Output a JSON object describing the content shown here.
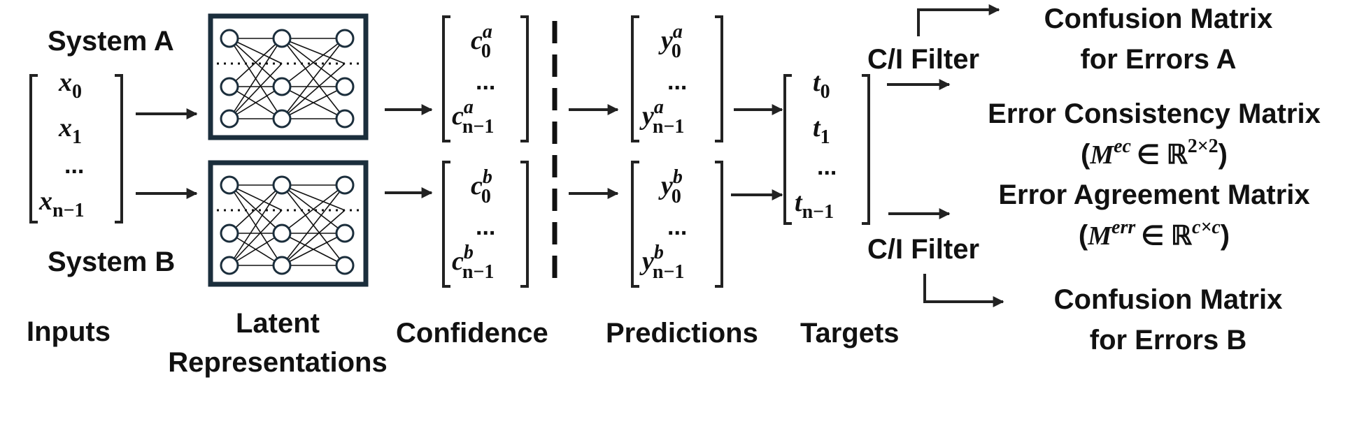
{
  "labels": {
    "system_a": "System A",
    "system_b": "System B",
    "inputs": "Inputs",
    "latent_line1": "Latent",
    "latent_line2": "Representations",
    "confidence": "Confidence",
    "predictions": "Predictions",
    "targets": "Targets",
    "ci_filter_top": "C/I Filter",
    "ci_filter_bottom": "C/I Filter"
  },
  "outputs": {
    "confusion_a_line1": "Confusion Matrix",
    "confusion_a_line2": "for Errors A",
    "error_consistency": "Error Consistency Matrix",
    "error_consistency_formula": {
      "open": "(",
      "symbol": "M",
      "sup": "ec",
      "rel": "∈ ℝ",
      "dims": "2×2",
      "close": ")"
    },
    "error_agreement": "Error Agreement Matrix",
    "error_agreement_formula": {
      "open": "(",
      "symbol": "M",
      "sup": "err",
      "rel": "∈ ℝ",
      "dims": "c×c",
      "close": ")"
    },
    "confusion_b_line1": "Confusion Matrix",
    "confusion_b_line2": "for Errors B"
  },
  "vectors": {
    "inputs": {
      "var": "x",
      "first": "0",
      "second": "1",
      "ellipsis": "...",
      "last": "n−1"
    },
    "conf_a": {
      "var": "c",
      "sup": "a",
      "first": "0",
      "ellipsis": "...",
      "last": "n−1"
    },
    "conf_b": {
      "var": "c",
      "sup": "b",
      "first": "0",
      "ellipsis": "...",
      "last": "n−1"
    },
    "pred_a": {
      "var": "y",
      "sup": "a",
      "first": "0",
      "ellipsis": "...",
      "last": "n−1"
    },
    "pred_b": {
      "var": "y",
      "sup": "b",
      "first": "0",
      "ellipsis": "...",
      "last": "n−1"
    },
    "targets": {
      "var": "t",
      "first": "0",
      "second": "1",
      "ellipsis": "...",
      "last": "n−1"
    }
  }
}
